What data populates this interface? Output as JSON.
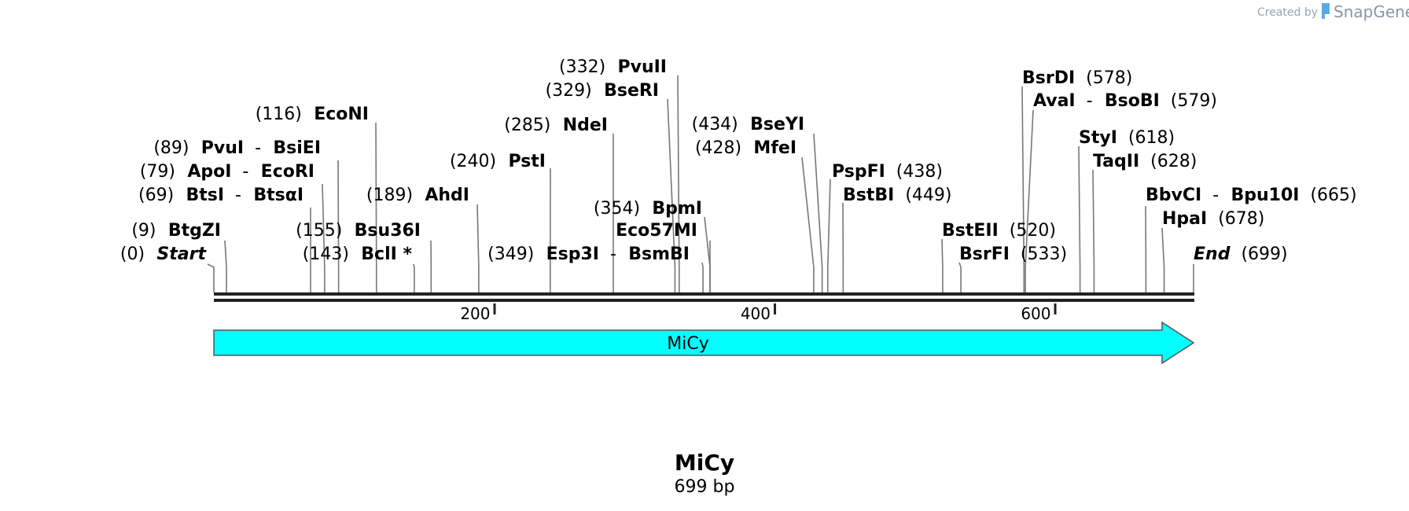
{
  "credit": {
    "created_by": "Created by",
    "brand": "SnapGene",
    "icon": "snapgene-logo-icon"
  },
  "sequence": {
    "name": "MiCy",
    "length_text": "699 bp",
    "length": 699
  },
  "ruler": {
    "ticks": [
      200,
      400,
      600
    ]
  },
  "features": [
    {
      "name": "MiCy",
      "start": 0,
      "end": 699,
      "direction": "forward",
      "color": "#00ffff"
    }
  ],
  "sites": [
    {
      "pos": 0,
      "parts": [
        {
          "t": "(0)",
          "s": "pos"
        },
        {
          "t": "Start",
          "s": "it"
        }
      ]
    },
    {
      "pos": 9,
      "parts": [
        {
          "t": "(9)",
          "s": "pos"
        },
        {
          "t": "BtgZI",
          "s": "nm"
        }
      ]
    },
    {
      "pos": 69,
      "parts": [
        {
          "t": "(69)",
          "s": "pos"
        },
        {
          "t": "BtsI",
          "s": "nm"
        },
        {
          "t": "-",
          "s": "sep"
        },
        {
          "t": "BtsαI",
          "s": "nm"
        }
      ]
    },
    {
      "pos": 79,
      "parts": [
        {
          "t": "(79)",
          "s": "pos"
        },
        {
          "t": "ApoI",
          "s": "nm"
        },
        {
          "t": "-",
          "s": "sep"
        },
        {
          "t": "EcoRI",
          "s": "nm"
        }
      ]
    },
    {
      "pos": 89,
      "parts": [
        {
          "t": "(89)",
          "s": "pos"
        },
        {
          "t": "PvuI",
          "s": "nm"
        },
        {
          "t": "-",
          "s": "sep"
        },
        {
          "t": "BsiEI",
          "s": "nm"
        }
      ]
    },
    {
      "pos": 116,
      "parts": [
        {
          "t": "(116)",
          "s": "pos"
        },
        {
          "t": "EcoNI",
          "s": "nm"
        }
      ]
    },
    {
      "pos": 143,
      "parts": [
        {
          "t": "(143)",
          "s": "pos"
        },
        {
          "t": "BclI *",
          "s": "nm"
        }
      ]
    },
    {
      "pos": 155,
      "parts": [
        {
          "t": "(155)",
          "s": "pos"
        },
        {
          "t": "Bsu36I",
          "s": "nm"
        }
      ]
    },
    {
      "pos": 189,
      "parts": [
        {
          "t": "(189)",
          "s": "pos"
        },
        {
          "t": "AhdI",
          "s": "nm"
        }
      ]
    },
    {
      "pos": 240,
      "parts": [
        {
          "t": "(240)",
          "s": "pos"
        },
        {
          "t": "PstI",
          "s": "nm"
        }
      ]
    },
    {
      "pos": 285,
      "parts": [
        {
          "t": "(285)",
          "s": "pos"
        },
        {
          "t": "NdeI",
          "s": "nm"
        }
      ]
    },
    {
      "pos": 329,
      "parts": [
        {
          "t": "(329)",
          "s": "pos"
        },
        {
          "t": "BseRI",
          "s": "nm"
        }
      ]
    },
    {
      "pos": 332,
      "parts": [
        {
          "t": "(332)",
          "s": "pos"
        },
        {
          "t": "PvuII",
          "s": "nm"
        }
      ]
    },
    {
      "pos": 349,
      "parts": [
        {
          "t": "(349)",
          "s": "pos"
        },
        {
          "t": "Esp3I",
          "s": "nm"
        },
        {
          "t": "-",
          "s": "sep"
        },
        {
          "t": "BsmBI",
          "s": "nm"
        }
      ]
    },
    {
      "pos": 354,
      "parts": [
        {
          "t": "(354)",
          "s": "pos"
        },
        {
          "t": "BpmI",
          "s": "nm"
        }
      ]
    },
    {
      "pos": 354,
      "parts": [
        {
          "t": "Eco57MI",
          "s": "nm"
        }
      ]
    },
    {
      "pos": 428,
      "parts": [
        {
          "t": "(428)",
          "s": "pos"
        },
        {
          "t": "MfeI",
          "s": "nm"
        }
      ]
    },
    {
      "pos": 434,
      "parts": [
        {
          "t": "(434)",
          "s": "pos"
        },
        {
          "t": "BseYI",
          "s": "nm"
        }
      ]
    },
    {
      "pos": 438,
      "parts": [
        {
          "t": "PspFI",
          "s": "nm"
        },
        {
          "t": "(438)",
          "s": "pos"
        }
      ]
    },
    {
      "pos": 449,
      "parts": [
        {
          "t": "BstBI",
          "s": "nm"
        },
        {
          "t": "(449)",
          "s": "pos"
        }
      ]
    },
    {
      "pos": 520,
      "parts": [
        {
          "t": "BstEII",
          "s": "nm"
        },
        {
          "t": "(520)",
          "s": "pos"
        }
      ]
    },
    {
      "pos": 533,
      "parts": [
        {
          "t": "BsrFI",
          "s": "nm"
        },
        {
          "t": "(533)",
          "s": "pos"
        }
      ]
    },
    {
      "pos": 578,
      "parts": [
        {
          "t": "BsrDI",
          "s": "nm"
        },
        {
          "t": "(578)",
          "s": "pos"
        }
      ]
    },
    {
      "pos": 579,
      "parts": [
        {
          "t": "AvaI",
          "s": "nm"
        },
        {
          "t": "-",
          "s": "sep"
        },
        {
          "t": "BsoBI",
          "s": "nm"
        },
        {
          "t": "(579)",
          "s": "pos"
        }
      ]
    },
    {
      "pos": 618,
      "parts": [
        {
          "t": "StyI",
          "s": "nm"
        },
        {
          "t": "(618)",
          "s": "pos"
        }
      ]
    },
    {
      "pos": 628,
      "parts": [
        {
          "t": "TaqII",
          "s": "nm"
        },
        {
          "t": "(628)",
          "s": "pos"
        }
      ]
    },
    {
      "pos": 665,
      "parts": [
        {
          "t": "BbvCI",
          "s": "nm"
        },
        {
          "t": "-",
          "s": "sep"
        },
        {
          "t": "Bpu10I",
          "s": "nm"
        },
        {
          "t": "(665)",
          "s": "pos"
        }
      ]
    },
    {
      "pos": 678,
      "parts": [
        {
          "t": "HpaI",
          "s": "nm"
        },
        {
          "t": "(678)",
          "s": "pos"
        }
      ]
    },
    {
      "pos": 699,
      "parts": [
        {
          "t": "End",
          "s": "it"
        },
        {
          "t": "(699)",
          "s": "pos"
        }
      ]
    }
  ]
}
